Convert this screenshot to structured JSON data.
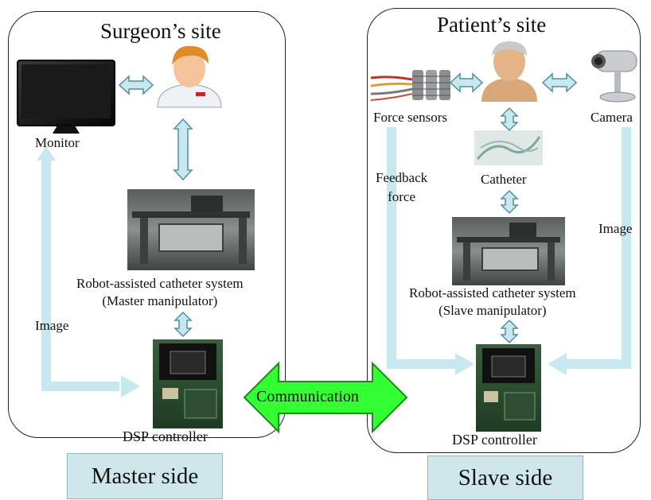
{
  "surgeon": {
    "title": "Surgeon’s site",
    "monitor": "Monitor",
    "image": "Image",
    "robot_line1": "Robot-assisted catheter system",
    "robot_line2": "(Master manipulator)",
    "dsp": "DSP controller"
  },
  "patient": {
    "title": "Patient’s site",
    "force_sensors": "Force sensors",
    "camera": "Camera",
    "feedback_line1": "Feedback",
    "feedback_line2": "force",
    "catheter": "Catheter",
    "image": "Image",
    "robot_line1": "Robot-assisted catheter system",
    "robot_line2": "(Slave manipulator)",
    "dsp": "DSP controller"
  },
  "communication": "Communication",
  "footer": {
    "master": "Master side",
    "slave": "Slave side"
  },
  "colors": {
    "arrow_fill": "#c7e8ee",
    "arrow_stroke": "#4e8f9c",
    "comm_green": "#33ff33",
    "footer_fill": "#cfe6ea"
  }
}
